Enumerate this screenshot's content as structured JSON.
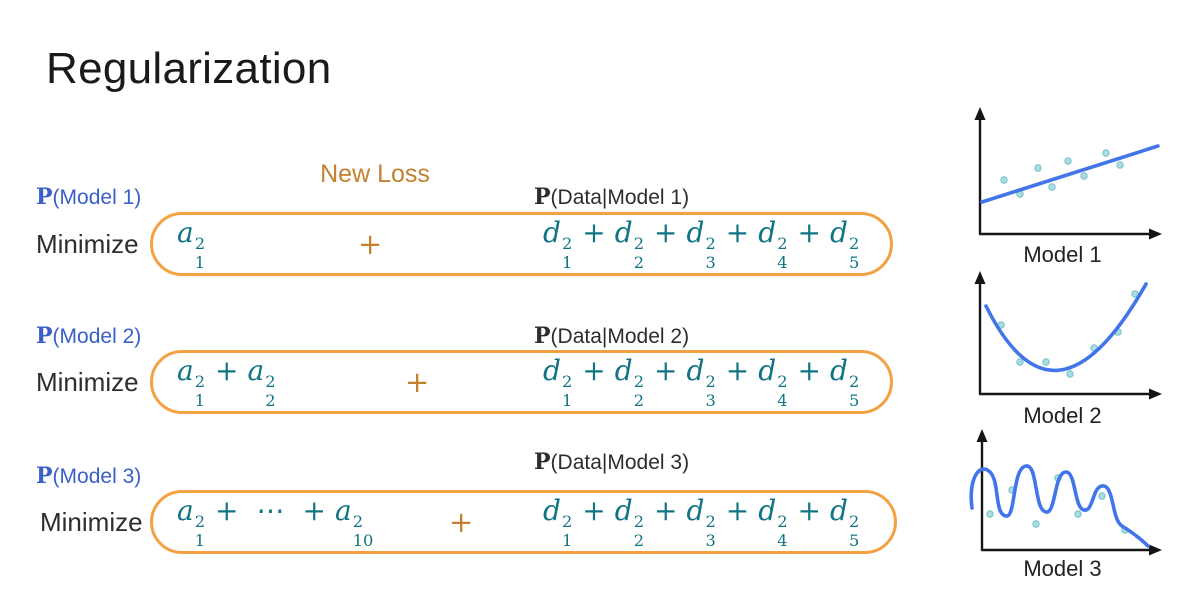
{
  "slide": {
    "title": "Regularization",
    "new_loss_label": "New Loss",
    "center_plus": "+",
    "colors": {
      "math_teal": "#107484",
      "pill_orange": "#f4a143",
      "loss_orange": "#c4802f",
      "label_blue": "#3a5fc8",
      "curve_blue": "#4175e8",
      "dot_fill": "#aadde2",
      "dot_stroke": "#76c0ca",
      "text_dark": "#2d2d2d"
    },
    "rows": [
      {
        "prior": {
          "symbol": "P",
          "rest": "(Model 1)"
        },
        "likelihood": {
          "symbol": "P",
          "rest": "(Data|Model 1)"
        },
        "minimize": "Minimize",
        "penalty_term": "a_1^2",
        "data_term": "d_1^2 + d_2^2 + d_3^2 + d_4^2 + d_5^2"
      },
      {
        "prior": {
          "symbol": "P",
          "rest": "(Model 2)"
        },
        "likelihood": {
          "symbol": "P",
          "rest": "(Data|Model 2)"
        },
        "minimize": "Minimize",
        "penalty_term": "a_1^2 + a_2^2",
        "data_term": "d_1^2 + d_2^2 + d_3^2 + d_4^2 + d_5^2"
      },
      {
        "prior": {
          "symbol": "P",
          "rest": "(Model 3)"
        },
        "likelihood": {
          "symbol": "P",
          "rest": "(Data|Model 3)"
        },
        "minimize": "Minimize",
        "penalty_term": "a_1^2 + ⋯ + a_10^2",
        "data_term": "d_1^2 + d_2^2 + d_3^2 + d_4^2 + d_5^2"
      }
    ],
    "plots": [
      {
        "label": "Model 1"
      },
      {
        "label": "Model 2"
      },
      {
        "label": "Model 3"
      }
    ]
  }
}
